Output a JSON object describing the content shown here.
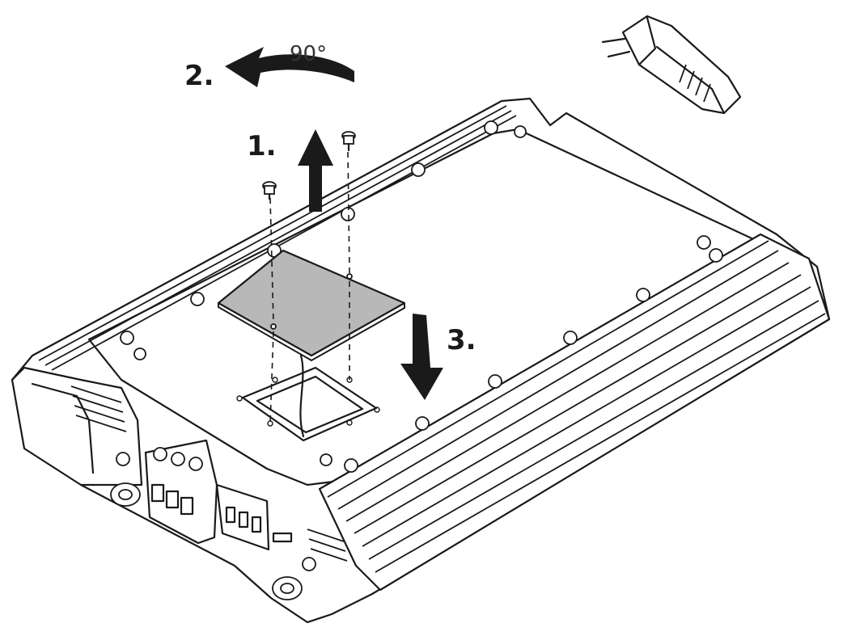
{
  "steps": {
    "step1": "1.",
    "step2": "2.",
    "step3": "3."
  },
  "rotation_angle": "90°",
  "colors": {
    "ink": "#1a1a1a",
    "cover_plate": "#b8b8b8",
    "background": "#ffffff"
  },
  "icons": {
    "lift_arrow": "arrow-up-icon",
    "rotate_arrow": "rotate-left-icon",
    "lower_arrow": "arrow-down-icon"
  }
}
